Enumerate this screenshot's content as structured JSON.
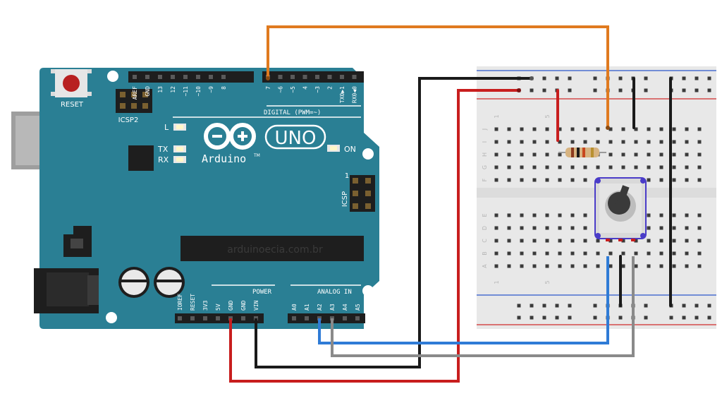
{
  "board": {
    "reset": "RESET",
    "icsp2": "ICSP2",
    "icsp": "ICSP",
    "digital": "DIGITAL (PWM=~)",
    "brand": "Arduino",
    "tm": "TM",
    "model": "UNO",
    "led_l": "L",
    "led_tx": "TX",
    "led_rx": "RX",
    "on": "ON",
    "watermark": "arduinoecia.com.br",
    "power": "POWER",
    "analog_in": "ANALOG IN",
    "icsp_pin1": "1",
    "top_pins": [
      "AREF",
      "GND",
      "13",
      "12",
      "~11",
      "~10",
      "~9",
      "8",
      "7",
      "~6",
      "~5",
      "4",
      "~3",
      "2",
      "TX0▶1",
      "RX0◀0"
    ],
    "power_pins": [
      "IOREF",
      "RESET",
      "3V3",
      "5V",
      "GND",
      "GND",
      "VIN"
    ],
    "analog_pins": [
      "A0",
      "A1",
      "A2",
      "A3",
      "A4",
      "A5"
    ]
  },
  "breadboard": {
    "row_letters_top": [
      "J",
      "I",
      "H",
      "G",
      "F"
    ],
    "row_letters_bottom": [
      "E",
      "D",
      "C",
      "B",
      "A"
    ],
    "col_1": "1",
    "col_5": "5"
  },
  "colors": {
    "board": "#2a7f94",
    "orange_wire": "#e07a1f",
    "black_wire": "#1a1a1a",
    "red_wire": "#c81e1e",
    "blue_wire": "#2f7bd6",
    "gray_wire": "#8a8a8a"
  }
}
